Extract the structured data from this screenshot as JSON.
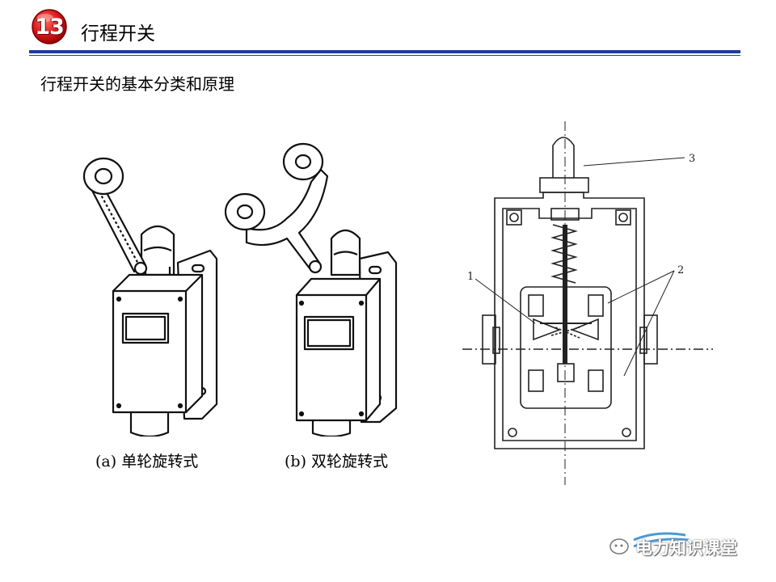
{
  "header": {
    "badge_number": "13",
    "title": "行程开关",
    "badge_color": "#d4141a",
    "rule_color": "#1f3d99"
  },
  "subtitle": "行程开关的基本分类和原理",
  "figures": {
    "left": {
      "caption": "(a) 单轮旋转式"
    },
    "middle": {
      "caption": "(b) 双轮旋转式"
    },
    "right": {
      "labels": [
        "1",
        "2",
        "3"
      ]
    }
  },
  "watermark": {
    "text": "电力知识课堂",
    "icon": "chat-bubble-icon"
  }
}
